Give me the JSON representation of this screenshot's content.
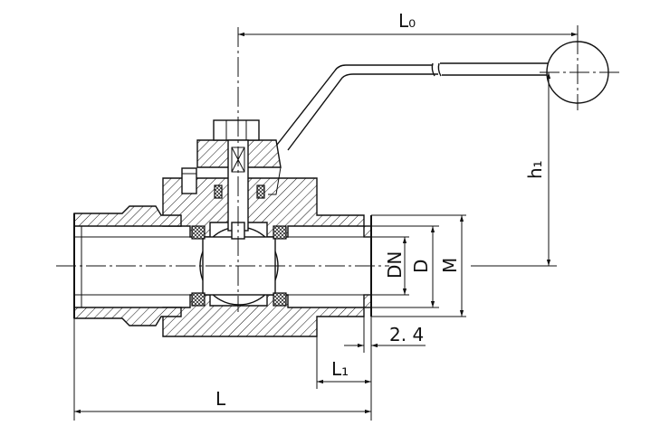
{
  "labels": {
    "L0": "L₀",
    "h1": "h₁",
    "DN": "DN",
    "D": "D",
    "M": "M",
    "t": "2. 4",
    "L1": "L₁",
    "L": "L"
  }
}
